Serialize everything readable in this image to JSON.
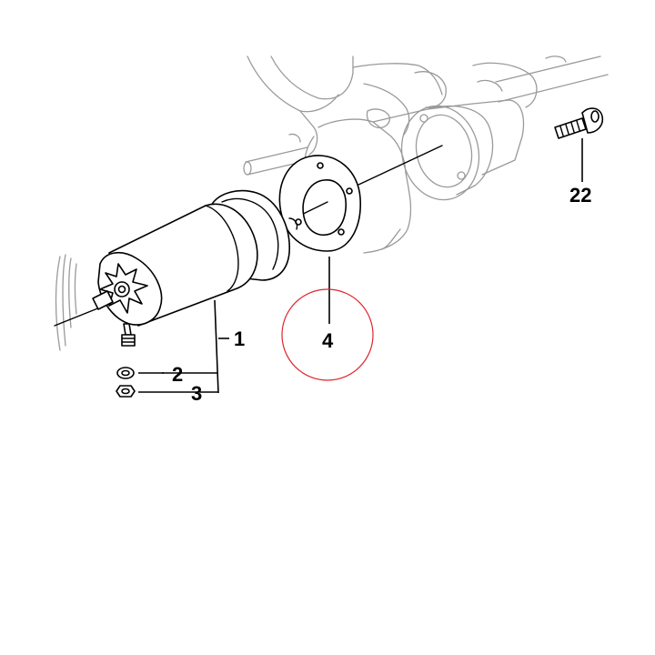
{
  "callouts": {
    "part_1": "1",
    "part_2": "2",
    "part_3": "3",
    "part_4": "4",
    "part_22": "22"
  },
  "colors": {
    "highlight": "#e0242c",
    "ghost_lines": "#9a9a9a",
    "part_lines": "#000000",
    "background": "#ffffff"
  }
}
